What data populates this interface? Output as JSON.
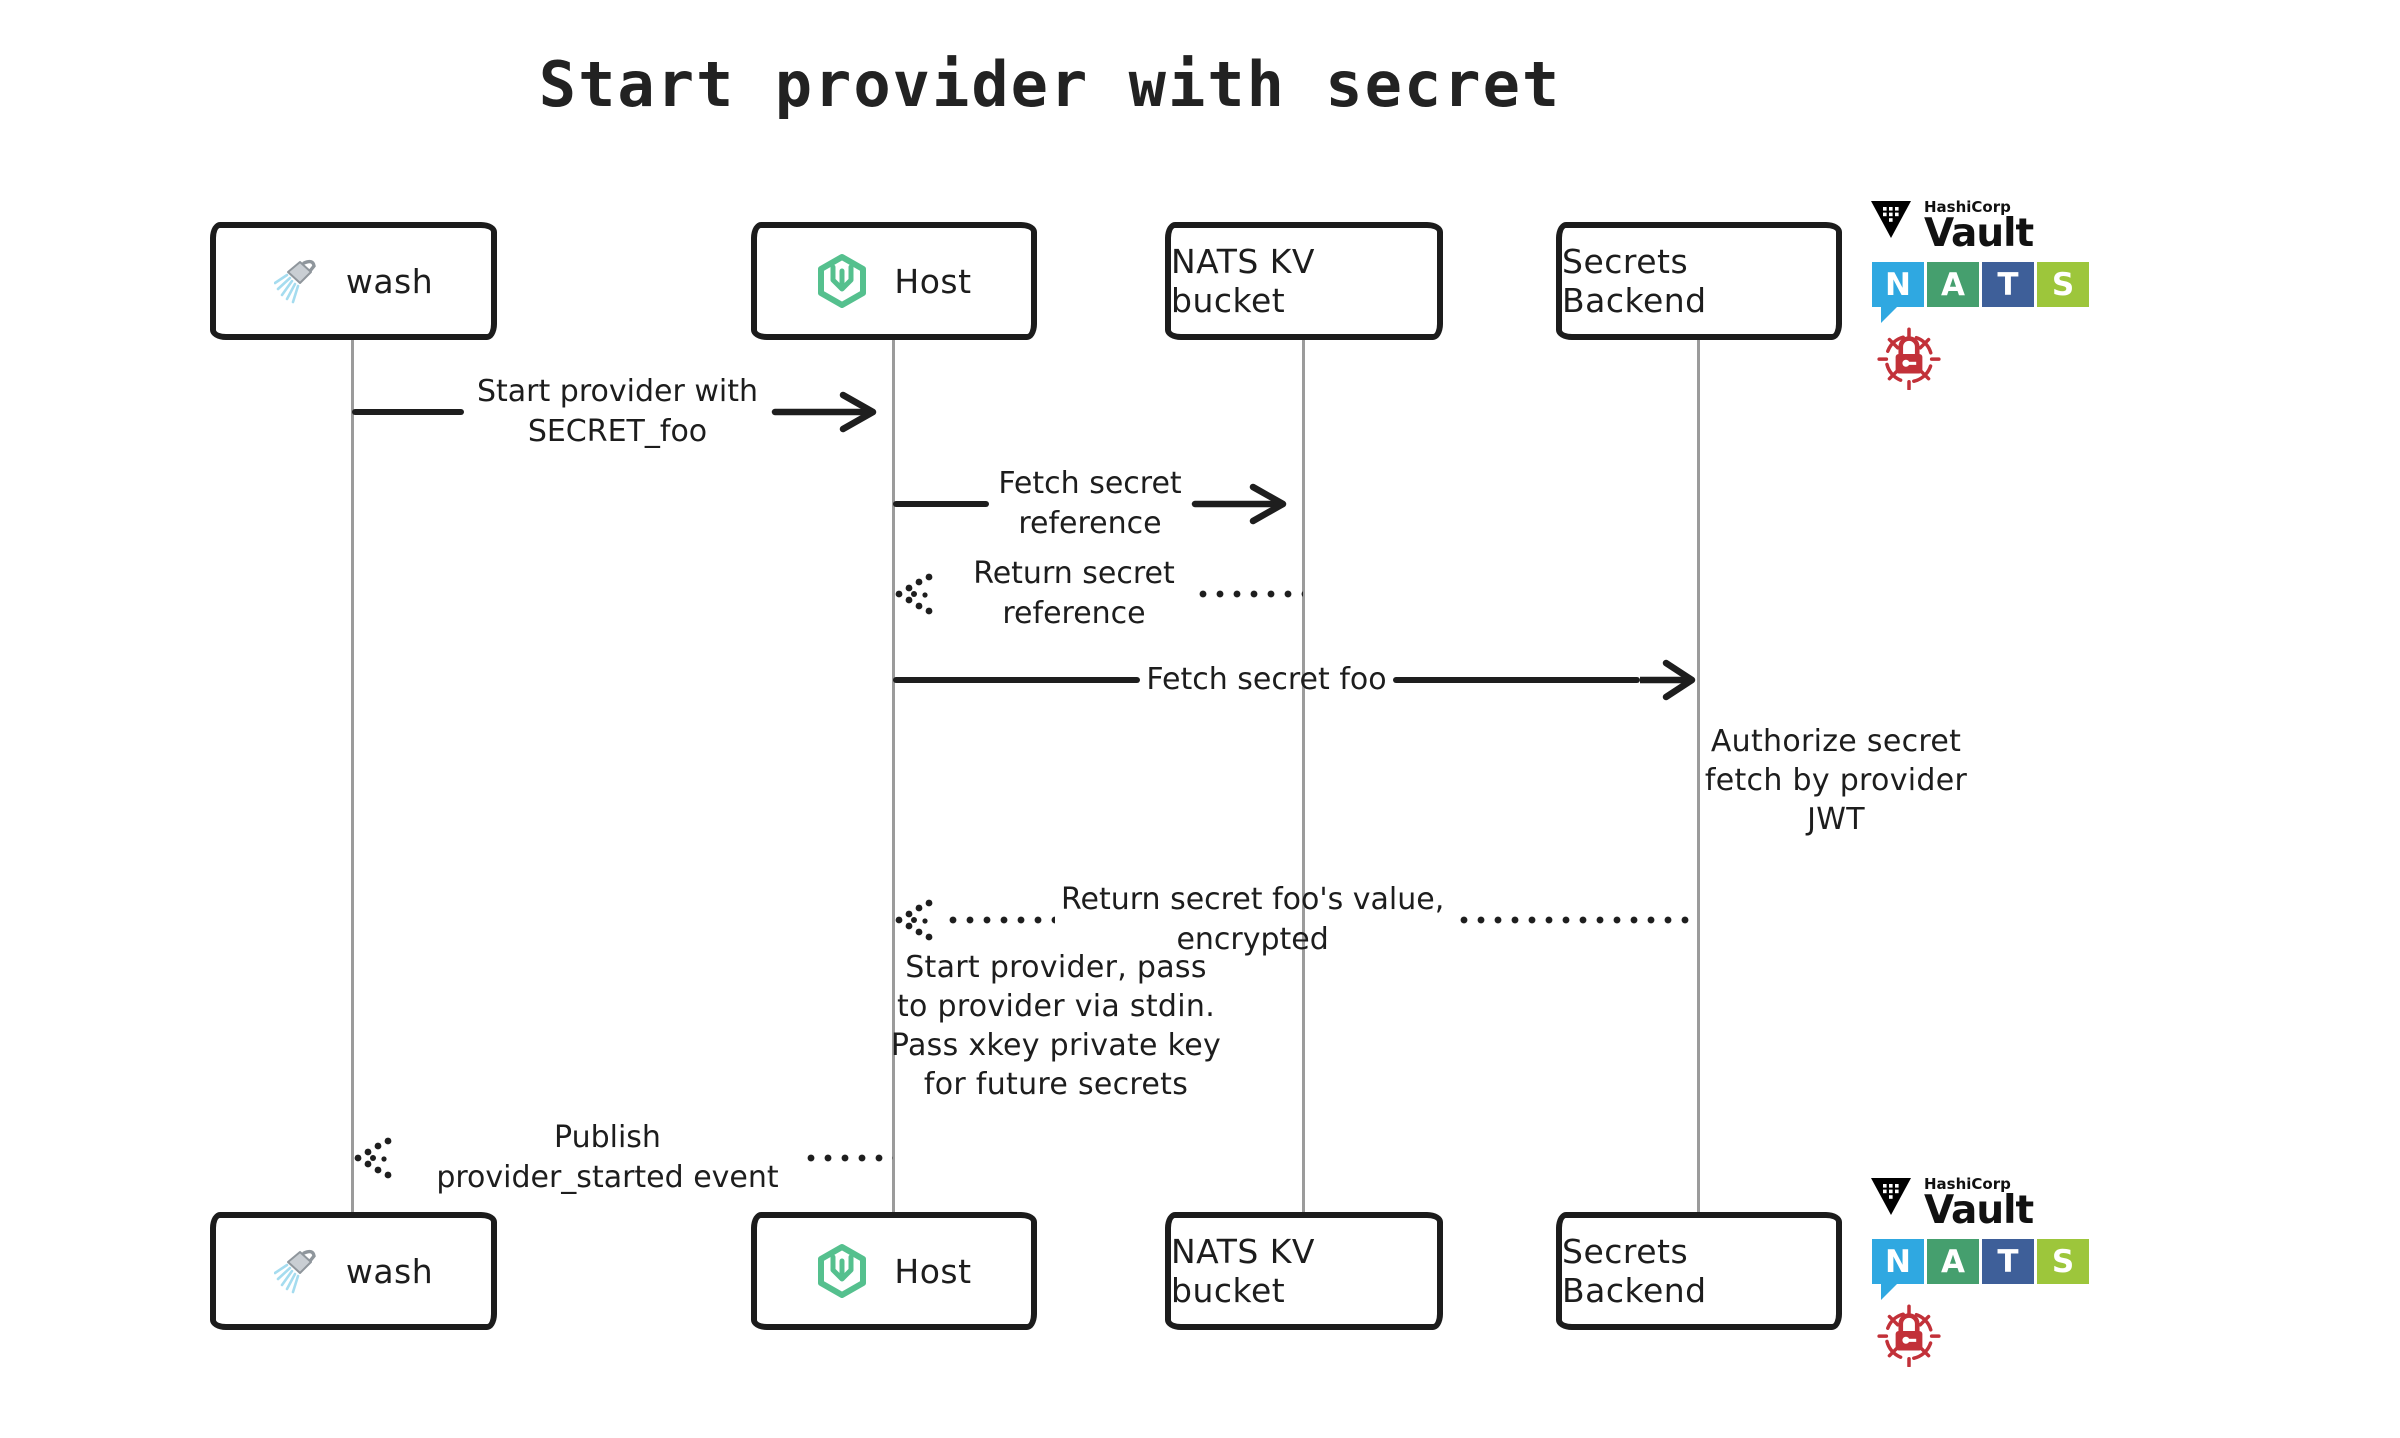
{
  "page": {
    "title": "Start provider with secret",
    "background": "#ffffff"
  },
  "actors": {
    "wash": {
      "label": "wash",
      "icon": "shower-icon"
    },
    "host": {
      "label": "Host",
      "icon": "wasmcloud-hexagon-icon"
    },
    "nats_kv": {
      "label": "NATS KV bucket"
    },
    "secrets_backend": {
      "label": "Secrets Backend"
    }
  },
  "messages": {
    "start_provider": {
      "from": "wash",
      "to": "host",
      "arrow": "solid-right",
      "line1": "Start provider with",
      "line2": "SECRET_foo"
    },
    "fetch_secret_reference": {
      "from": "host",
      "to": "nats_kv",
      "arrow": "solid-right",
      "line1": "Fetch secret",
      "line2": "reference"
    },
    "return_secret_reference": {
      "from": "nats_kv",
      "to": "host",
      "arrow": "dashed-left",
      "line1": "Return secret",
      "line2": "reference"
    },
    "fetch_secret_foo": {
      "from": "host",
      "to": "secrets_backend",
      "arrow": "solid-right",
      "line1": "Fetch secret foo"
    },
    "return_secret_value": {
      "from": "secrets_backend",
      "to": "host",
      "arrow": "dashed-left",
      "line1": "Return secret foo's value,",
      "line2": "encrypted"
    },
    "publish_provider_started": {
      "from": "host",
      "to": "wash",
      "arrow": "dashed-left",
      "line1": "Publish",
      "line2": "provider_started event"
    }
  },
  "notes": {
    "authorize_jwt": {
      "line1": "Authorize secret",
      "line2": "fetch by provider",
      "line3": "JWT"
    },
    "start_provider_stdin": {
      "line1": "Start provider, pass",
      "line2": "to provider via stdin.",
      "line3": "Pass xkey private key",
      "line4": "for future secrets"
    }
  },
  "logos": {
    "vault": {
      "company": "HashiCorp",
      "product": "Vault",
      "color": "#000000"
    },
    "nats": {
      "l1": "N",
      "l2": "A",
      "l3": "T",
      "l4": "S",
      "c1": "#2fa8e1",
      "c2": "#459f6e",
      "c3": "#3e5f99",
      "c4": "#9dc63b"
    },
    "lock": {
      "color": "#c23139"
    }
  },
  "colors": {
    "ink": "#1e1e1e",
    "lifeline": "#9b9b9b",
    "wasmcloud_green": "#55c08e"
  }
}
